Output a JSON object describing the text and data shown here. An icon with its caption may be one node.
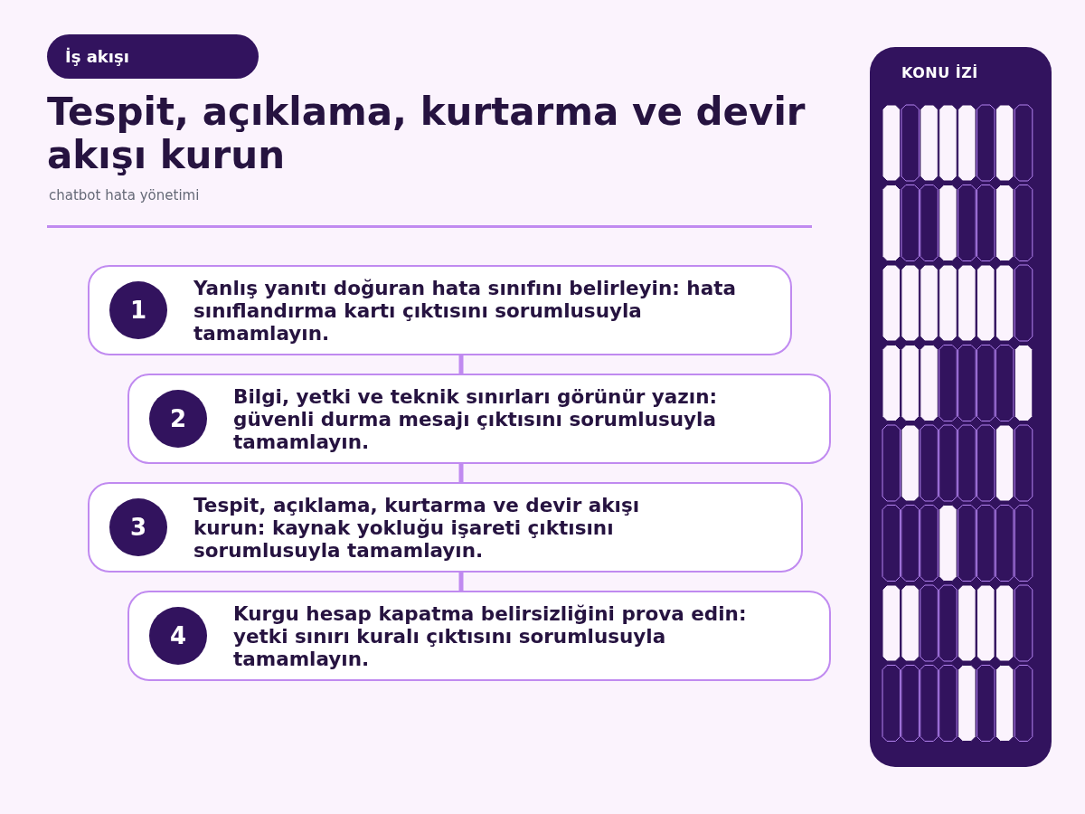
{
  "diagram": {
    "title": "Tespit, açıklama, kurtarma ve devir akışı kurun",
    "nodes": [
      {
        "text": [
          "İş akışı"
        ]
      },
      {
        "text": [
          "1",
          "Yanlış yanıtı doğuran hata sınıfını belirleyin: hata sınıflandırma kartı çıktısını sorumlusuyla tamamlayın."
        ]
      },
      {
        "text": [
          "2",
          "Bilgi, yetki ve teknik sınırları görünür yazın: güvenli durma mesajı çıktısını sorumlusuyla tamamlayın."
        ]
      },
      {
        "text": [
          "3",
          "Tespit, açıklama, kurtarma ve devir akışı kurun: kaynak yokluğu işareti çıktısını sorumlusuyla tamamlayın."
        ]
      },
      {
        "text": [
          "4",
          "Kurgu hesap kapatma belirsizliğini prova edin: yetki sınırı kuralı çıktısını sorumlusuyla tamamlayın."
        ]
      },
      {
        "text": [
          "KONU İZİ"
        ]
      }
    ],
    "edges": [
      {
        "from": 1,
        "to": 2,
        "arrow": "none"
      },
      {
        "from": 2,
        "to": 3,
        "arrow": "none"
      },
      {
        "from": 3,
        "to": 4,
        "arrow": "none"
      }
    ],
    "labels": [
      "chatbot hata yönetimi"
    ]
  }
}
